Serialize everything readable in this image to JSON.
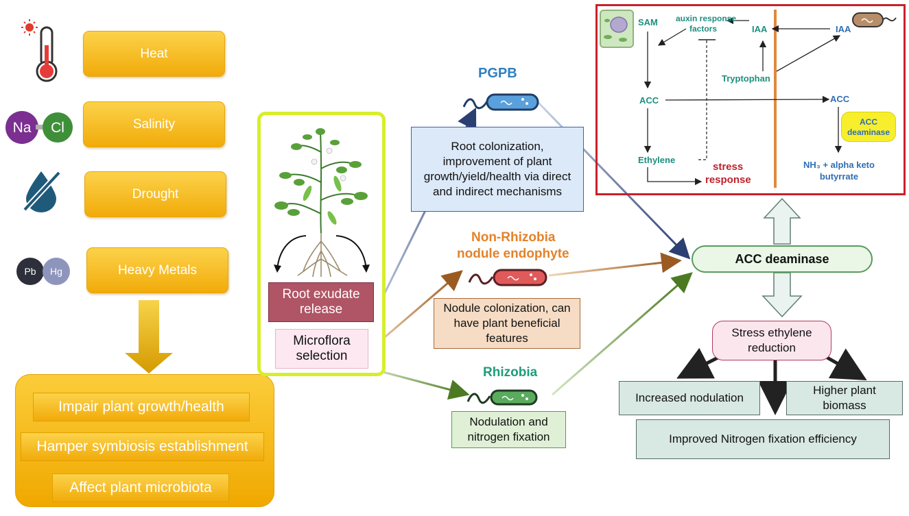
{
  "stressors": [
    {
      "label": "Heat",
      "icon": "thermometer-icon"
    },
    {
      "label": "Salinity",
      "icon": "nacl-icon",
      "icon_text": [
        "Na",
        "Cl"
      ]
    },
    {
      "label": "Drought",
      "icon": "no-water-drop-icon"
    },
    {
      "label": "Heavy Metals",
      "icon": "heavy-metal-icon",
      "icon_text": [
        "Pb",
        "Hg"
      ]
    }
  ],
  "effects": [
    "Impair plant growth/health",
    "Hamper symbiosis establishment",
    "Affect plant microbiota"
  ],
  "plant_panel": {
    "exudate": "Root exudate release",
    "microflora": "Microflora selection"
  },
  "bacteria": {
    "pgpb": {
      "title": "PGPB",
      "desc": "Root colonization, improvement of plant growth/yield/health via direct and indirect mechanisms"
    },
    "nre": {
      "title_line1": "Non-Rhizobia",
      "title_line2": "nodule endophyte",
      "desc": "Nodule colonization, can have plant beneficial features"
    },
    "rhizobia": {
      "title": "Rhizobia",
      "desc": "Nodulation and nitrogen fixation"
    }
  },
  "pathway": {
    "sam": "SAM",
    "auxin_line1": "auxin response",
    "auxin_line2": "factors",
    "iaa_plant": "IAA",
    "iaa_bacteria": "IAA",
    "tryptophan": "Tryptophan",
    "acc_plant": "ACC",
    "acc_bacteria": "ACC",
    "ethylene": "Ethylene",
    "stress_line1": "stress",
    "stress_line2": "response",
    "enzyme_line1": "ACC",
    "enzyme_line2": "deaminase",
    "products_line1": "NH₃ + alpha keto",
    "products_line2": "butyrrate"
  },
  "acc_deaminase": "ACC deaminase",
  "reduction": "Stress ethylene reduction",
  "outcomes": {
    "nodulation": "Increased nodulation",
    "biomass": "Higher plant biomass",
    "nitrogen": "Improved Nitrogen fixation efficiency"
  },
  "colors": {
    "yellow": "#f5b50f",
    "pathway_teal": "#1c8f7e",
    "stress_red": "#c0202a",
    "product_blue": "#2f6eb5",
    "pgpb_blue": "#2f7fc0",
    "nre_orange": "#e3822a",
    "rhizobia_teal": "#1e9c7c",
    "frame_red": "#c8202a",
    "panel_lime": "#d7ee2a"
  }
}
